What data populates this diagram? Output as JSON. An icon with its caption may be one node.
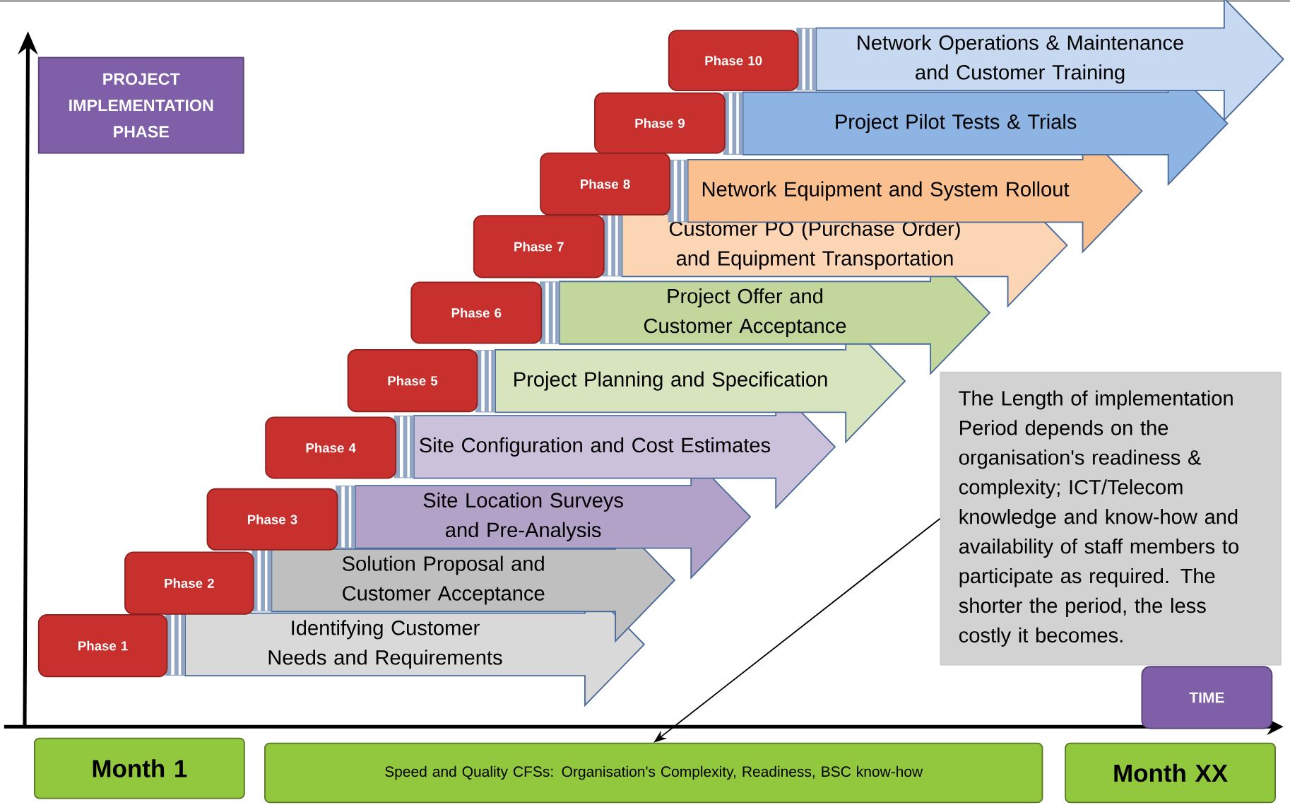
{
  "diagram": {
    "nodes": [
      {
        "text": [
          "PROJECT IMPLEMENTATION PHASE"
        ]
      },
      {
        "text": [
          "Phase 1"
        ]
      },
      {
        "text": [
          "Identifying Customer Needs and Requirements"
        ]
      },
      {
        "text": [
          "Phase 2"
        ]
      },
      {
        "text": [
          "Solution Proposal and Customer Acceptance"
        ]
      },
      {
        "text": [
          "Phase 3"
        ]
      },
      {
        "text": [
          "Site Location Surveys and Pre-Analysis"
        ]
      },
      {
        "text": [
          "Phase 4"
        ]
      },
      {
        "text": [
          "Site Configuration and Cost Estimates"
        ]
      },
      {
        "text": [
          "Phase 5"
        ]
      },
      {
        "text": [
          "Project Planning and Specification"
        ]
      },
      {
        "text": [
          "Phase 6"
        ]
      },
      {
        "text": [
          "Project Offer and Customer Acceptance"
        ]
      },
      {
        "text": [
          "Phase 7"
        ]
      },
      {
        "text": [
          "Customer PO (Purchase Order) and Equipment Transportation"
        ]
      },
      {
        "text": [
          "Phase 8"
        ]
      },
      {
        "text": [
          "Network Equipment and System Rollout"
        ]
      },
      {
        "text": [
          "Phase 9"
        ]
      },
      {
        "text": [
          "Project Pilot Tests & Trials"
        ]
      },
      {
        "text": [
          "Phase 10"
        ]
      },
      {
        "text": [
          "Network Operations & Maintenance and Customer Training"
        ]
      },
      {
        "text": [
          "The Length of implementation Period depends on the organisation's readiness & complexity; ICT/Telecom knowledge and know-how and availability of staff members to participate as required. The shorter the period, the less costly it becomes."
        ]
      },
      {
        "text": [
          "TIME"
        ]
      },
      {
        "text": [
          "Month 1"
        ]
      },
      {
        "text": [
          "Speed and Quality CFSs: Organisation's Complexity, Readiness, BSC know-how"
        ]
      },
      {
        "text": [
          "Month XX"
        ]
      }
    ],
    "edges": [
      {
        "from": 21,
        "to": 24,
        "arrow": "to"
      }
    ]
  }
}
